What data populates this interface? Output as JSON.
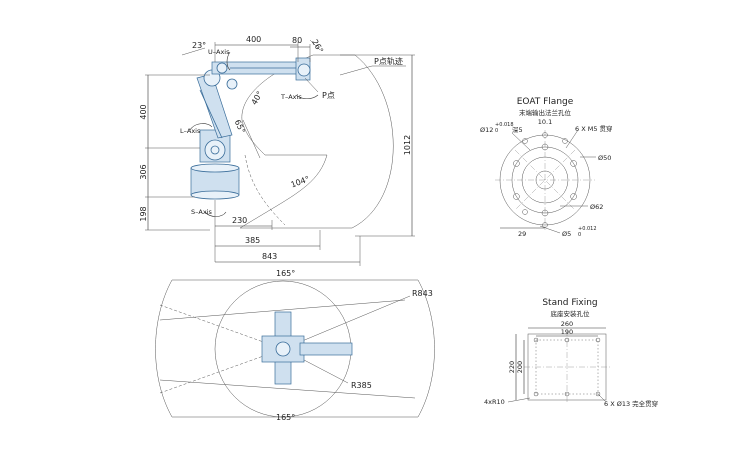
{
  "side_view": {
    "dims_top": {
      "angle_23": "23°",
      "d400": "400",
      "d80": "80",
      "angle_26": "26°"
    },
    "dims_left": {
      "d400": "400",
      "d306": "306",
      "d198": "198"
    },
    "dims_right": {
      "d1012": "1012"
    },
    "dims_bottom": {
      "d230": "230",
      "d385": "385",
      "d843": "843"
    },
    "angles": {
      "a40": "40°",
      "a65": "65°",
      "a104": "104°"
    },
    "labels": {
      "p_track": "P点轨迹",
      "p_point": "P点",
      "u_axis": "U–Axis",
      "t_axis": "T–Axis",
      "l_axis": "L–Axis",
      "s_axis": "S–Axis"
    }
  },
  "top_view": {
    "angle_top": "165°",
    "angle_bottom": "165°",
    "r843": "R843",
    "r385": "R385"
  },
  "eoat_flange": {
    "title": "EOAT Flange",
    "subtitle": "末端输出法兰孔位",
    "d10_1": "10.1",
    "hole_note_main": "Ø12",
    "hole_note_tol_upper": "+0.018",
    "hole_note_tol_lower": "0",
    "depth": "深5",
    "m5": "6 X M5 贯穿",
    "d50": "Ø50",
    "d62": "Ø62",
    "d29": "29",
    "pin_main": "Ø5",
    "pin_tol_upper": "+0.012",
    "pin_tol_lower": "0"
  },
  "stand_fixing": {
    "title": "Stand Fixing",
    "subtitle": "底座安装孔位",
    "d260": "260",
    "d190": "190",
    "d220": "220",
    "d200": "200",
    "r10": "4xR10",
    "holes": "6 X Ø13 完全贯穿"
  }
}
